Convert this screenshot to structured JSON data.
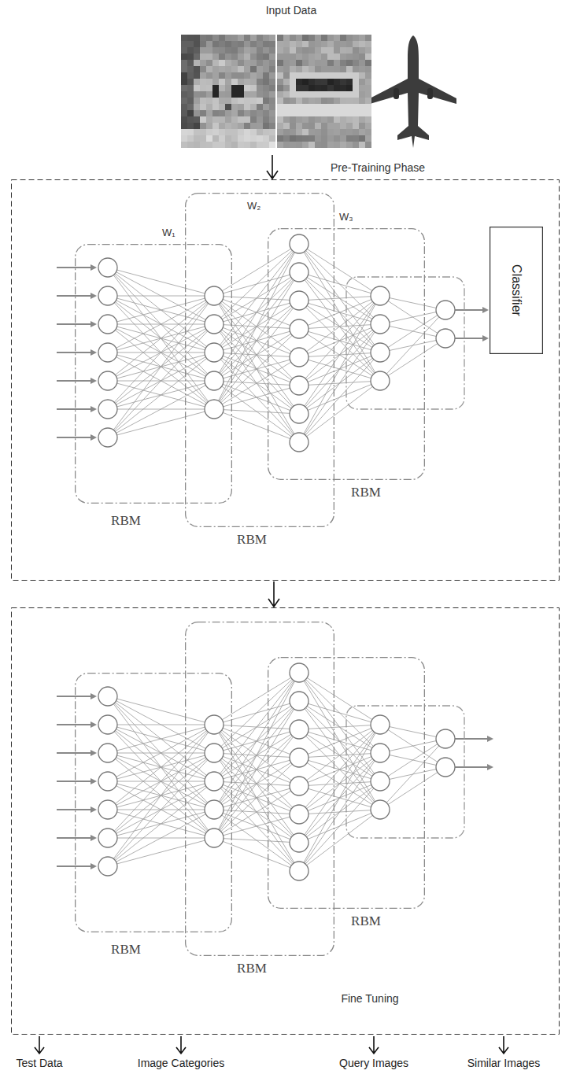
{
  "diagram": {
    "nodes": [
      {
        "text": [
          "Input Data"
        ]
      },
      {
        "text": [
          "Pre-Training Phase"
        ]
      },
      {
        "text": [
          "RBM"
        ],
        "in": 1
      },
      {
        "text": [
          "RBM"
        ],
        "in": 1
      },
      {
        "text": [
          "RBM"
        ],
        "in": 1
      },
      {
        "text": [
          "Classifier"
        ],
        "in": 1
      },
      {
        "text": [
          "Fine Tuning"
        ]
      },
      {
        "text": [
          "RBM"
        ],
        "in": 6
      },
      {
        "text": [
          "RBM"
        ],
        "in": 6
      },
      {
        "text": [
          "RBM"
        ],
        "in": 6
      }
    ],
    "edges": [
      {
        "from": 0,
        "to": 1,
        "arrow": "to"
      },
      {
        "from": 1,
        "to": 6,
        "arrow": "to"
      }
    ],
    "labels": [
      "W₁",
      "W₂",
      "W₃",
      "Test Data",
      "Image Categories",
      "Query Images",
      "Similar Images"
    ]
  }
}
